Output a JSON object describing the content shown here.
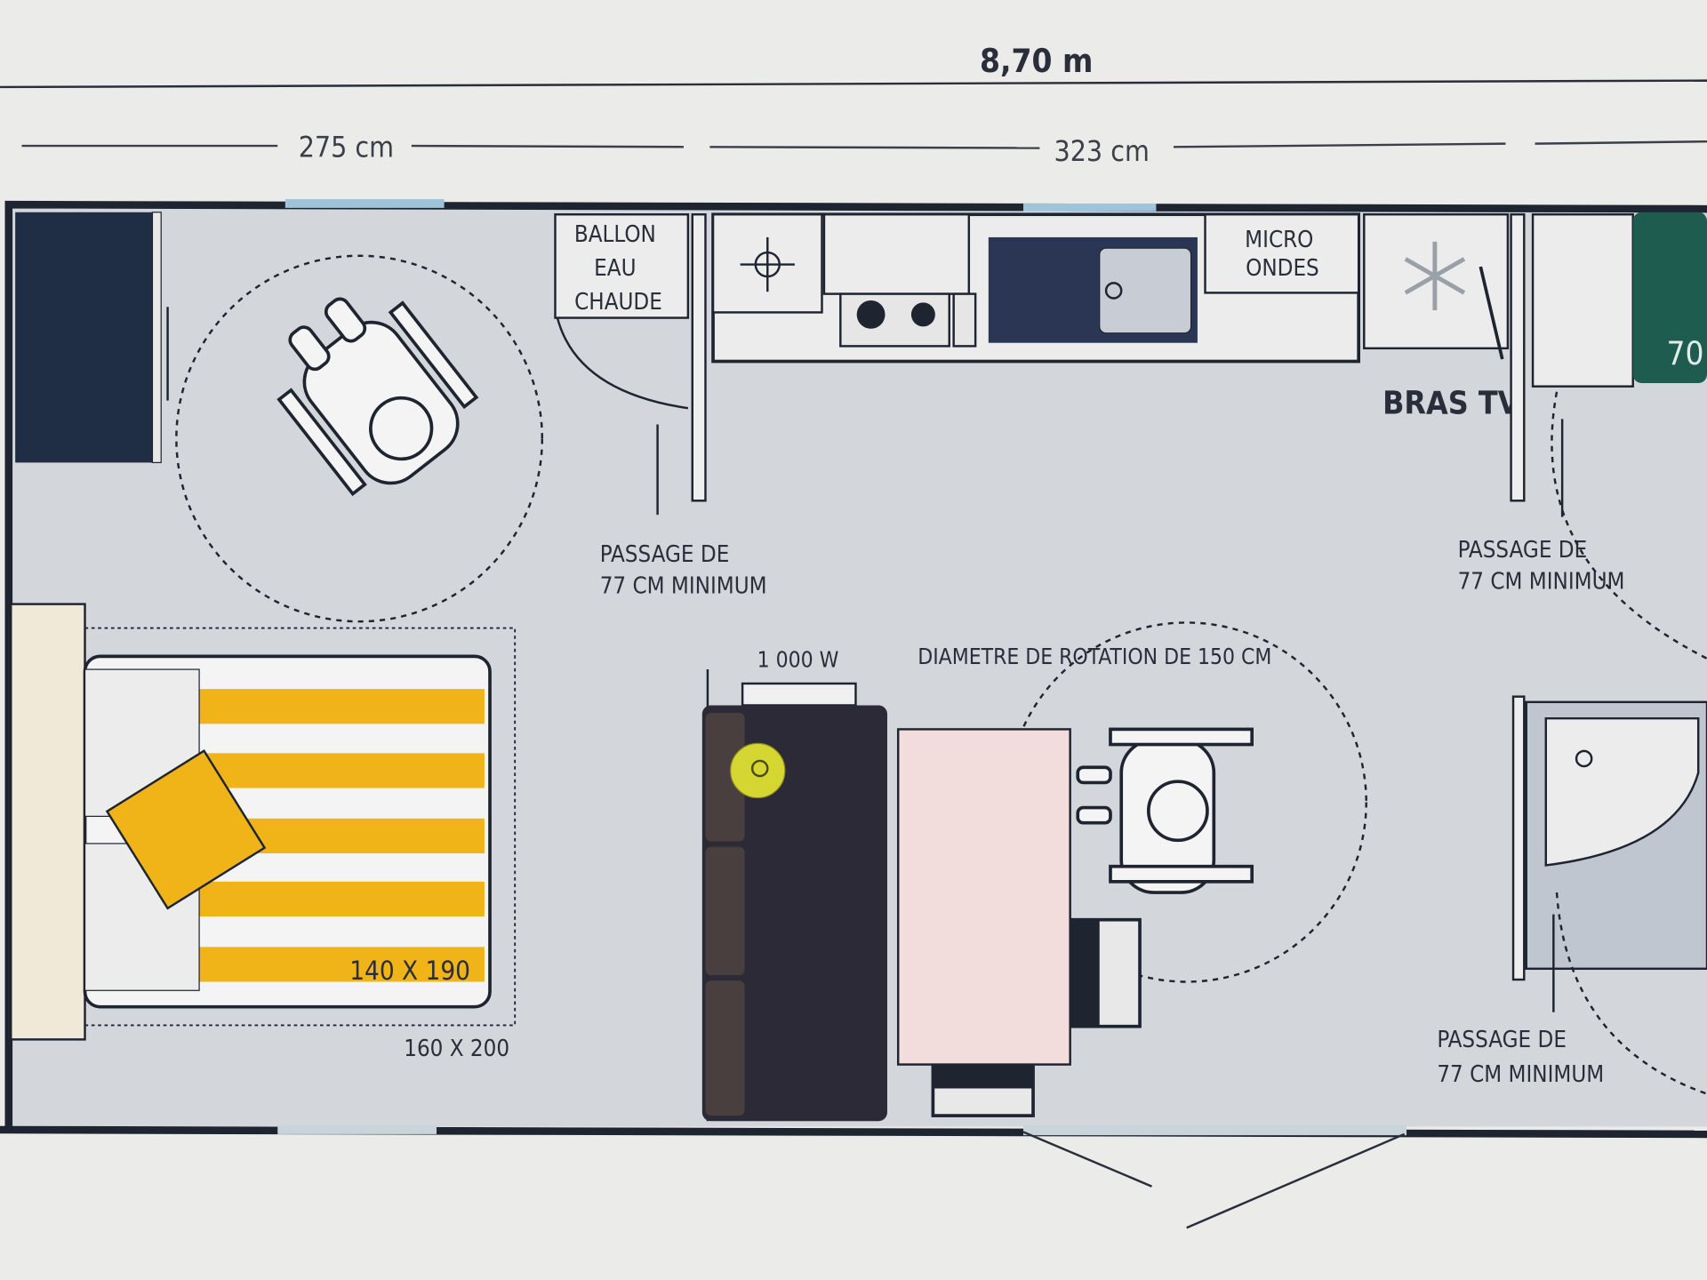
{
  "dimensions": {
    "total_length": "8,70 m",
    "left_section": "275 cm",
    "middle_section": "323 cm"
  },
  "kitchen": {
    "water_heater": [
      "BALLON",
      "EAU",
      "CHAUDE"
    ],
    "microwave": [
      "MICRO",
      "ONDES"
    ],
    "tv_arm": "BRAS TV"
  },
  "passages": {
    "left": [
      "PASSAGE DE",
      "77 CM MINIMUM"
    ],
    "right_top": [
      "PASSAGE DE",
      "77 CM MINIMUM"
    ],
    "right_bottom": [
      "PASSAGE DE",
      "77 CM MINIMUM"
    ]
  },
  "bedroom": {
    "bed_size": "140 X 190",
    "area_size": "160 X 200"
  },
  "living": {
    "heater_power": "1 000 W",
    "rotation_label": "DIAMETRE DE ROTATION DE 150 CM"
  },
  "room_tag": "70",
  "colors": {
    "wall": "#1e2430",
    "floor": "#d3d7dc",
    "navy": "#1f2d45",
    "yellow": "#f0b418",
    "green": "#1e5c50",
    "table": "#f3dcdc",
    "sofa": "#2b2a36"
  }
}
